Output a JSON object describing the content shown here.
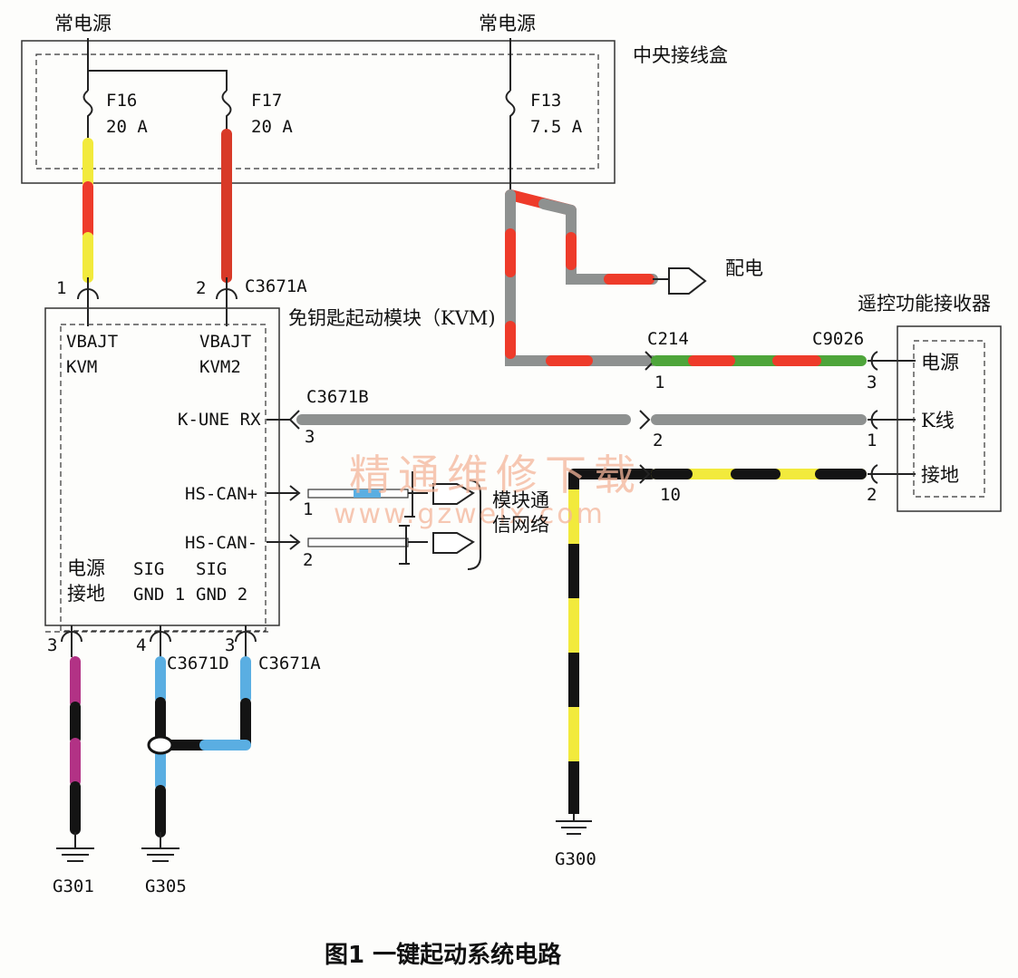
{
  "labels": {
    "power_top_left": "常电源",
    "power_top_right": "常电源",
    "cjb": "中央接线盒",
    "f16": "F16",
    "f16_amp": "20 A",
    "f17": "F17",
    "f17_amp": "20 A",
    "f13": "F13",
    "f13_amp": "7.5 A",
    "distribution": "配电",
    "kvm_title": "免钥匙起动模块（KVM)",
    "receiver_title": "遥控功能接收器",
    "pin1": "1",
    "pin2": "2",
    "c3671a_top": "C3671A",
    "vbajt_kvm_1": "VBAJT",
    "vbajt_kvm_2": "KVM",
    "vbajt_kvm2_1": "VBAJT",
    "vbajt_kvm2_2": "KVM2",
    "kline_rx": "K-UNE RX",
    "hs_can_plus": "HS-CAN+",
    "hs_can_minus": "HS-CAN-",
    "c214": "C214",
    "c214_pin": "1",
    "c9026": "C9026",
    "c9026_pin": "3",
    "c3671b": "C3671B",
    "c3671b_pin": "3",
    "kline_mid_pin": "2",
    "kline_rcv_pin": "1",
    "ground_pin10": "10",
    "ground_rcv_pin": "2",
    "rcv_power": "电源",
    "rcv_kline": "K线",
    "rcv_ground": "接地",
    "can_plus_pin": "1",
    "can_minus_pin": "2",
    "network_1": "模块通",
    "network_2": "信网络",
    "pwr_gnd_1": "电源",
    "pwr_gnd_2": "接地",
    "sig_gnd1_1": "SIG",
    "sig_gnd1_2": "GND 1",
    "sig_gnd2_1": "SIG",
    "sig_gnd2_2": "GND 2",
    "pin3_a": "3",
    "pin4": "4",
    "c3671d": "C3671D",
    "pin3_b": "3",
    "c3671a_bottom": "C3671A",
    "g301": "G301",
    "g305": "G305",
    "g300": "G300",
    "caption": "图1   一键起动系统电路",
    "watermark_cn": "精通维修下载",
    "watermark_url": "www.gzweix.com"
  },
  "colors": {
    "yellow": "#f2ea3c",
    "red": "#ee3b2a",
    "gray": "#8e9190",
    "green": "#4ea53a",
    "black": "#141414",
    "blue": "#5aaee2",
    "magenta": "#b23285"
  }
}
